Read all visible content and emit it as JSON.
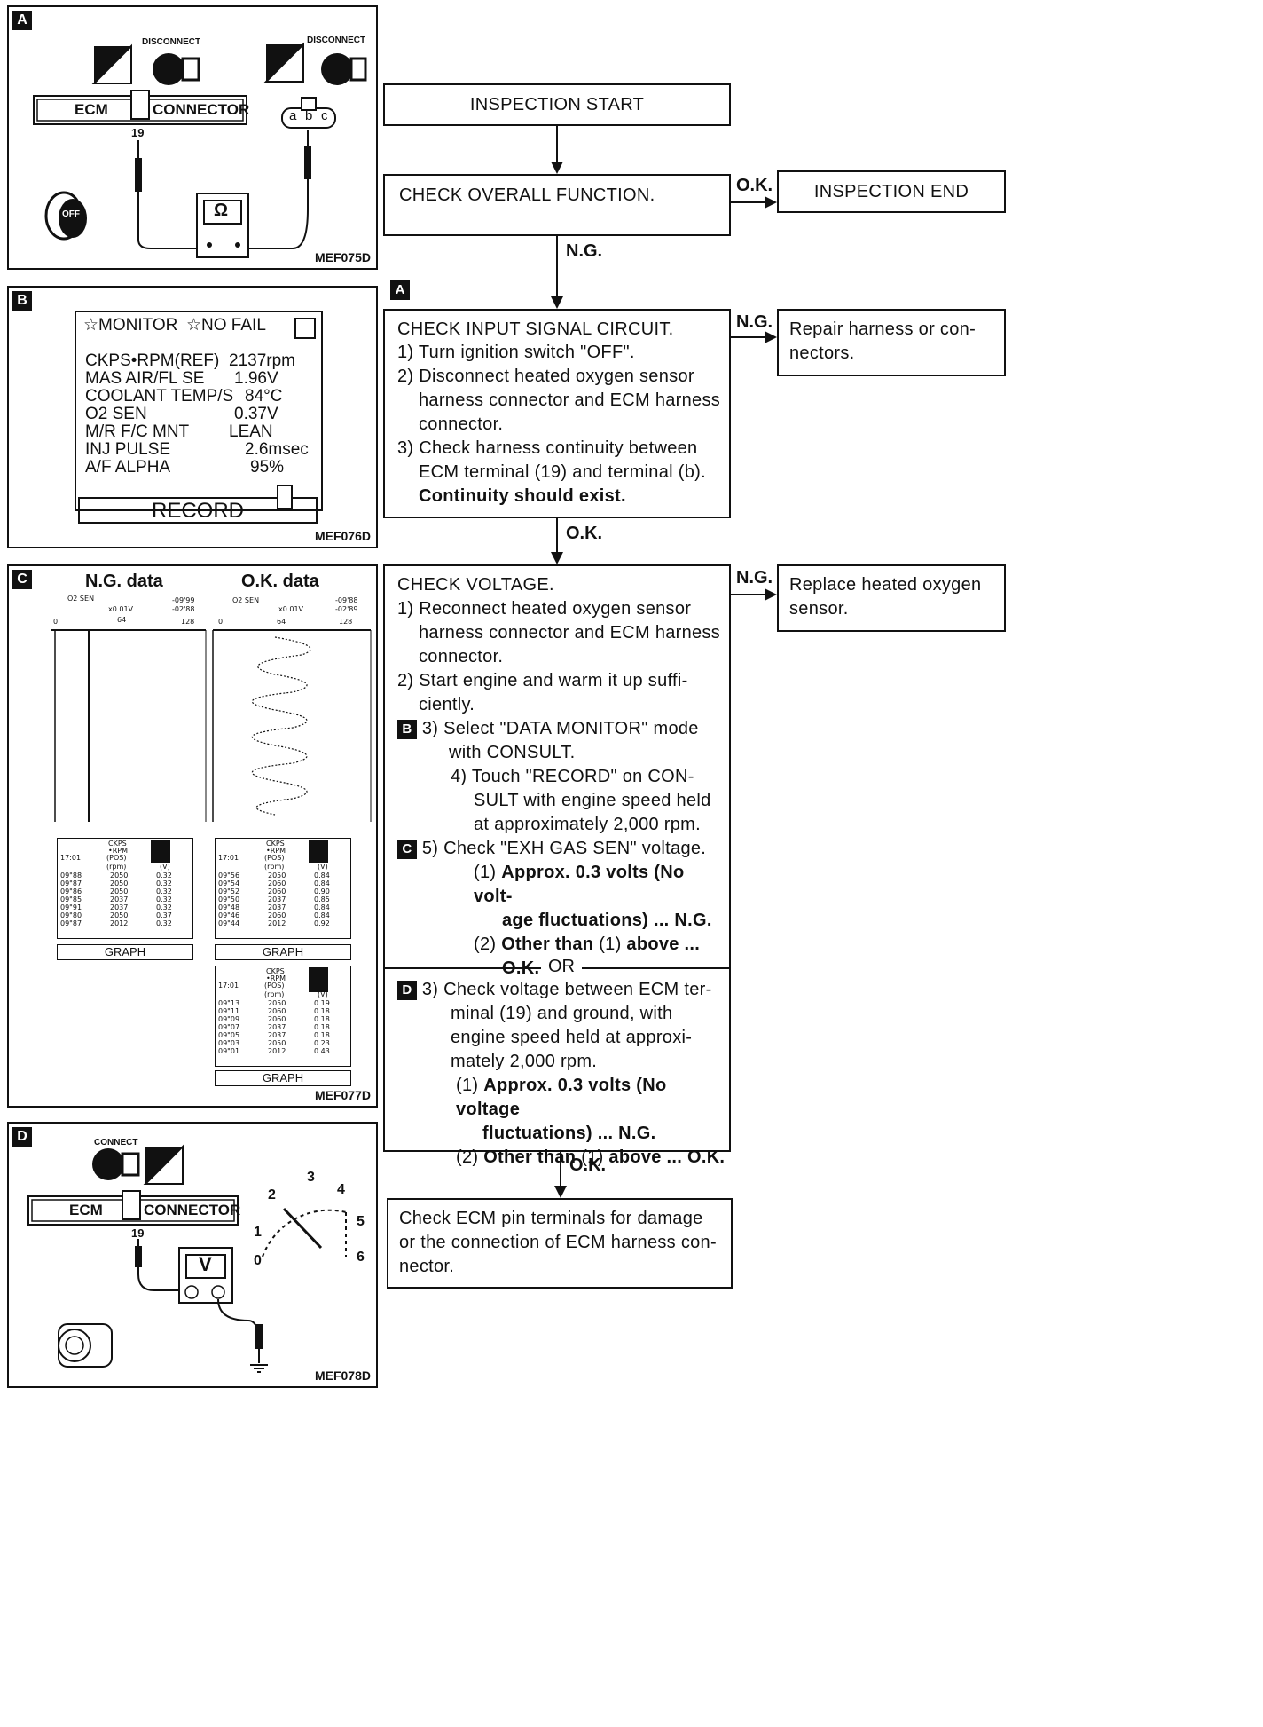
{
  "figures": {
    "a": {
      "tag": "A",
      "code": "MEF075D",
      "disconnect_left": "DISCONNECT",
      "disconnect_right": "DISCONNECT",
      "ecm_label": "ECM",
      "connector_label": "CONNECTOR",
      "pin": "19",
      "terminal_labels": [
        "a",
        "b",
        "c"
      ],
      "ohm": "Ω",
      "key": "OFF"
    },
    "b": {
      "tag": "B",
      "code": "MEF076D",
      "header_left": "☆MONITOR",
      "header_right": "☆NO FAIL",
      "rows": [
        {
          "name": "CKPS•RPM(REF)",
          "value": "2137rpm"
        },
        {
          "name": "MAS AIR/FL SE",
          "value": "1.96V"
        },
        {
          "name": "COOLANT TEMP/S",
          "value": "84°C"
        },
        {
          "name": "O2 SEN",
          "value": "0.37V"
        },
        {
          "name": "M/R F/C MNT",
          "value": "LEAN"
        },
        {
          "name": "INJ PULSE",
          "value": "2.6msec"
        },
        {
          "name": "A/F ALPHA",
          "value": "95%"
        }
      ],
      "record": "RECORD"
    },
    "c": {
      "tag": "C",
      "code": "MEF077D",
      "ng_title": "N.G. data",
      "ok_title": "O.K. data",
      "ng_axis": {
        "sensor": "O2 SEN",
        "scale": "x0.01V",
        "t1": "-09'99",
        "t2": "-02'88",
        "ticks": [
          "0",
          "64",
          "128"
        ]
      },
      "ok_axis": {
        "sensor": "O2 SEN",
        "scale": "x0.01V",
        "t1": "-09'88",
        "t2": "-02'89",
        "ticks": [
          "0",
          "64",
          "128"
        ]
      },
      "ng_table": {
        "head": [
          "CKPS",
          "•RPM",
          "(POS)",
          "(rpm)",
          "(V)"
        ],
        "time": "17:01",
        "rows": [
          [
            "09\"88",
            "2050",
            "0.32"
          ],
          [
            "09\"87",
            "2050",
            "0.32"
          ],
          [
            "09\"86",
            "2050",
            "0.32"
          ],
          [
            "09\"85",
            "2037",
            "0.32"
          ],
          [
            "09\"91",
            "2037",
            "0.32"
          ],
          [
            "09\"80",
            "2050",
            "0.37"
          ],
          [
            "09\"87",
            "2012",
            "0.32"
          ]
        ],
        "button": "GRAPH"
      },
      "ok_table1": {
        "head": [
          "CKPS",
          "•RPM",
          "(POS)",
          "(rpm)",
          "(V)"
        ],
        "time": "17:01",
        "rows": [
          [
            "09\"56",
            "2050",
            "0.84"
          ],
          [
            "09\"54",
            "2060",
            "0.84"
          ],
          [
            "09\"52",
            "2060",
            "0.90"
          ],
          [
            "09\"50",
            "2037",
            "0.85"
          ],
          [
            "09\"48",
            "2037",
            "0.84"
          ],
          [
            "09\"46",
            "2060",
            "0.84"
          ],
          [
            "09\"44",
            "2012",
            "0.92"
          ]
        ],
        "button": "GRAPH"
      },
      "ok_table2": {
        "head": [
          "CKPS",
          "•RPM",
          "(POS)",
          "(rpm)",
          "(V)"
        ],
        "time": "17:01",
        "rows": [
          [
            "09\"13",
            "2050",
            "0.19"
          ],
          [
            "09\"11",
            "2060",
            "0.18"
          ],
          [
            "09\"09",
            "2060",
            "0.18"
          ],
          [
            "09\"07",
            "2037",
            "0.18"
          ],
          [
            "09\"05",
            "2037",
            "0.18"
          ],
          [
            "09\"03",
            "2050",
            "0.23"
          ],
          [
            "09\"01",
            "2012",
            "0.43"
          ]
        ],
        "button": "GRAPH"
      }
    },
    "d": {
      "tag": "D",
      "code": "MEF078D",
      "connect": "CONNECT",
      "ecm_label": "ECM",
      "connector_label": "CONNECTOR",
      "pin": "19",
      "volt": "V",
      "gauge": [
        "0",
        "1",
        "2",
        "3",
        "4",
        "5",
        "6"
      ]
    }
  },
  "flow": {
    "start": "INSPECTION START",
    "end": "INSPECTION END",
    "overall": "CHECK OVERALL FUNCTION.",
    "ok": "O.K.",
    "ng": "N.G.",
    "step_tag_a": "A",
    "input": {
      "title": "CHECK INPUT SIGNAL CIRCUIT.",
      "l1": "1) Turn ignition switch \"OFF\".",
      "l2": "2) Disconnect heated oxygen sensor",
      "l3": "harness connector and ECM harness",
      "l4": "connector.",
      "l5": "3) Check harness continuity between",
      "l6": "ECM terminal (19) and terminal (b).",
      "l7": "Continuity should exist."
    },
    "repair": {
      "l1": "Repair harness or con-",
      "l2": "nectors."
    },
    "voltage": {
      "title": "CHECK VOLTAGE.",
      "l1": "1) Reconnect heated oxygen sensor",
      "l2": "harness connector and ECM harness",
      "l3": "connector.",
      "l4": "2) Start engine and warm it up suffi-",
      "l5": "ciently.",
      "tag_b": "B",
      "l6": "3) Select \"DATA MONITOR\" mode",
      "l7": "with CONSULT.",
      "l8": "4) Touch \"RECORD\" on CON-",
      "l9": "SULT with engine speed held",
      "l10": "at approximately 2,000 rpm.",
      "tag_c": "C",
      "l11": "5) Check \"EXH GAS SEN\" voltage.",
      "l12a": "(1)",
      "l12": "Approx. 0.3 volts (No volt-",
      "l13": "age fluctuations) ... N.G.",
      "l14a": "(2)",
      "l14": "Other than",
      "l14b": "(1)",
      "l14c": "above ...",
      "l15": "O.K.",
      "or": "OR",
      "tag_d": "D",
      "m1": "3) Check voltage between ECM ter-",
      "m2": "minal (19) and ground, with",
      "m3": "engine speed held at approxi-",
      "m4": "mately 2,000 rpm.",
      "m5a": "(1)",
      "m5": "Approx. 0.3 volts (No voltage",
      "m6": "fluctuations) ... N.G.",
      "m7a": "(2)",
      "m7": "Other than",
      "m7b": "(1)",
      "m7c": "above ... O.K."
    },
    "replace": {
      "l1": "Replace heated oxygen",
      "l2": "sensor."
    },
    "final": {
      "l1": "Check ECM pin terminals for damage",
      "l2": "or the connection of ECM harness con-",
      "l3": "nector."
    }
  }
}
